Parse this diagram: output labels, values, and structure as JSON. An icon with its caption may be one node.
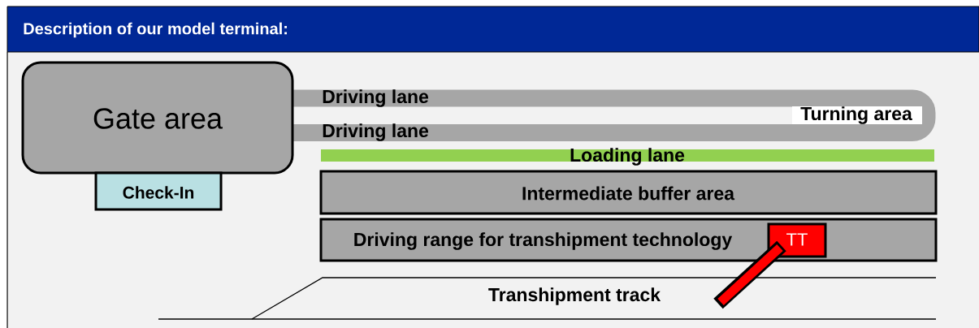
{
  "diagram": {
    "title": "Description of our model terminal:",
    "nodes": [
      {
        "text": [
          "Gate area"
        ]
      },
      {
        "text": [
          "Check-In"
        ]
      },
      {
        "text": [
          "Driving lane"
        ]
      },
      {
        "text": [
          "Driving lane"
        ]
      },
      {
        "text": [
          "Turning area"
        ]
      },
      {
        "text": [
          "Loading lane"
        ]
      },
      {
        "text": [
          "Intermediate buffer area"
        ]
      },
      {
        "text": [
          "Driving range for transhipment technology"
        ]
      },
      {
        "text": [
          "TT"
        ],
        "in": 7
      }
    ],
    "labels": [
      "Transhipment track"
    ]
  }
}
